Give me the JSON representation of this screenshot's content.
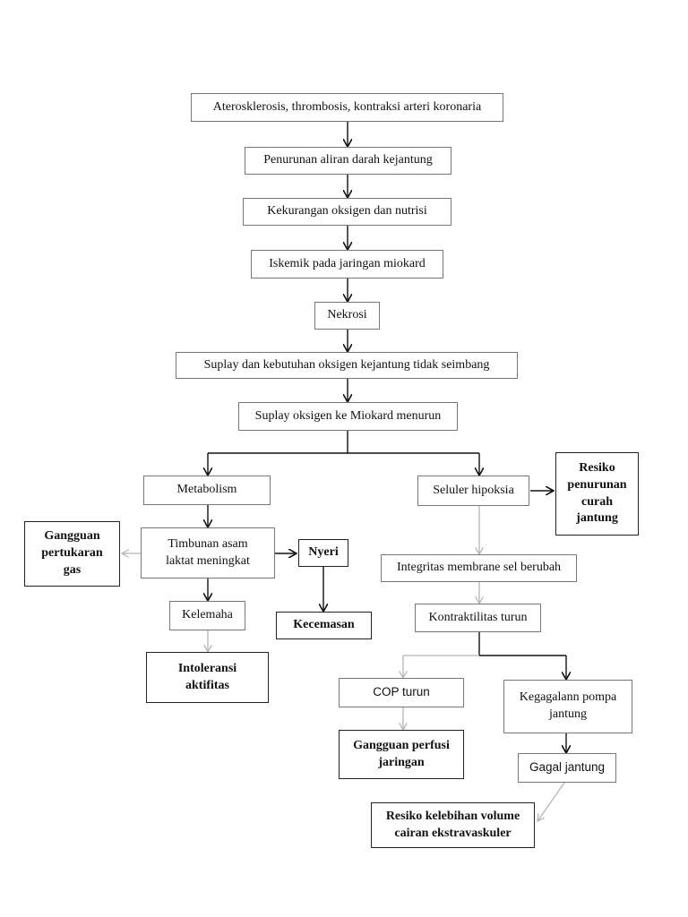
{
  "nodes": {
    "aterosklerosis": "Aterosklerosis, thrombosis, kontraksi arteri koronaria",
    "penurunan_aliran": "Penurunan aliran darah kejantung",
    "kekurangan_oksigen": "Kekurangan oksigen dan nutrisi",
    "iskemik": "Iskemik pada jaringan miokard",
    "nekrosi": "Nekrosi",
    "suplay_kebutuhan": "Suplay dan kebutuhan oksigen kejantung tidak seimbang",
    "suplay_menurun": "Suplay oksigen ke Miokard menurun",
    "metabolism": "Metabolism",
    "seluler_hipoksia": "Seluler hipoksia",
    "resiko_penurunan": "Resiko\npenurunan\ncurah\njantung",
    "gangguan_pertukaran": "Gangguan\npertukaran\ngas",
    "timbunan": "Timbunan asam\nlaktat meningkat",
    "nyeri": "Nyeri",
    "integritas": "Integritas membrane sel berubah",
    "kelemaha": "Kelemaha",
    "kecemasan": "Kecemasan",
    "kontraktilitas": "Kontraktilitas turun",
    "intoleransi": "Intoleransi\naktifitas",
    "cop_turun": "COP turun",
    "kegagalan_pompa": "Kegagalann pompa\njantung",
    "gangguan_perfusi": "Gangguan perfusi\njaringan",
    "gagal_jantung": "Gagal jantung",
    "resiko_kelebihan": "Resiko kelebihan volume\ncairan ekstravaskuler"
  },
  "colors": {
    "border": "#222222",
    "thin_border": "#777777",
    "arrow": "#111111",
    "faint_arrow": "#b5b5b5"
  }
}
